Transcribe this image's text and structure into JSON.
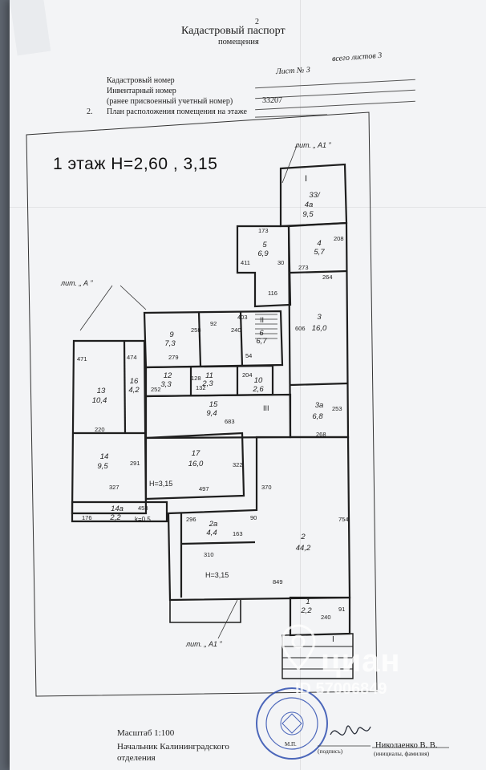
{
  "header": {
    "page_number": "2",
    "title": "Кадастровый паспорт",
    "subtitle": "помещения",
    "sheet": "Лист № 3",
    "total_sheets": "всего листов 3"
  },
  "fields": {
    "cadastral_number": "Кадастровый номер",
    "inventory_number": "Инвентарный номер",
    "previous_number": "(ранее присвоенный учетный номер)",
    "previous_number_value": "33207",
    "section": "2.",
    "section_title": "План расположения помещения на этаже"
  },
  "plan": {
    "floor_title": "1  этаж  Н=2,60 , 3,15",
    "liter_labels": [
      "лит. „ А1 ”",
      "лит. „ А ”",
      "лит. „ А1 ”"
    ],
    "roman_marks": [
      "I",
      "II",
      "III",
      "I"
    ],
    "rooms": [
      {
        "num": "33/",
        "sub": "4а",
        "area": "9,5"
      },
      {
        "num": "5",
        "area": "6,9"
      },
      {
        "num": "4",
        "area": "5,7"
      },
      {
        "num": "3",
        "area": "16,0"
      },
      {
        "num": "9",
        "area": "7,3"
      },
      {
        "num": "6",
        "area": "6,7"
      },
      {
        "num": "13",
        "area": "10,4"
      },
      {
        "num": "16",
        "area": "4,2"
      },
      {
        "num": "12",
        "area": "3,3"
      },
      {
        "num": "11",
        "area": "2,3"
      },
      {
        "num": "10",
        "area": "2,6"
      },
      {
        "num": "15",
        "area": "9,4"
      },
      {
        "num": "3а",
        "area": "6,8"
      },
      {
        "num": "14",
        "area": "9,5"
      },
      {
        "num": "17",
        "area": "16,0"
      },
      {
        "num": "14а",
        "area": "2,2"
      },
      {
        "num": "2а",
        "area": "4,4"
      },
      {
        "num": "2",
        "area": "44,2"
      },
      {
        "num": "1",
        "area": "2,2"
      }
    ],
    "dimensions": [
      "173",
      "208",
      "411",
      "30",
      "273",
      "264",
      "116",
      "403",
      "258",
      "92",
      "240",
      "606",
      "279",
      "471",
      "474",
      "252",
      "204",
      "683",
      "220",
      "268",
      "253",
      "291",
      "327",
      "322",
      "497",
      "370",
      "453",
      "176",
      "296",
      "163",
      "90",
      "754",
      "310",
      "849",
      "240",
      "91",
      "128",
      "132",
      "54"
    ],
    "notes": [
      "Н=3,15",
      "Н=3,15",
      "k=0,5"
    ]
  },
  "footer": {
    "scale": "Масштаб 1:100",
    "boss_line1": "Начальник Калининградского",
    "boss_line2": "отделения",
    "mp": "М.П.",
    "signature_caption": "(подпись)",
    "name": "Николаенко В. В.",
    "initials_caption": "(инициалы, фамилия)"
  },
  "watermark": {
    "brand": "циан",
    "id": "ID 57006849"
  },
  "colors": {
    "stamp": "#2f4fb0",
    "watermark": "#ffffff",
    "ink": "#1e1e1e"
  }
}
